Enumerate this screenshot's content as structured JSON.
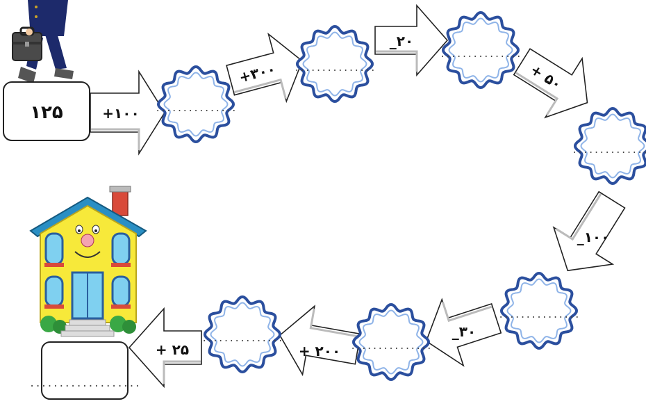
{
  "start": {
    "value": "۱۲۵"
  },
  "end": {
    "value": "..................."
  },
  "steps": [
    {
      "op": "+۱۰۰",
      "answer": "..............."
    },
    {
      "op": "+۳۰۰",
      "answer": "..............."
    },
    {
      "op": "_۲۰",
      "answer": "..............."
    },
    {
      "op": "+ ۵۰",
      "answer": "..............."
    },
    {
      "op": "_۱۰۰",
      "answer": "..............."
    },
    {
      "op": "_۳۰",
      "answer": "..............."
    },
    {
      "op": "+ ۲۰۰",
      "answer": "..............."
    },
    {
      "op": "+ ۲۵",
      "answer": "..............."
    }
  ],
  "colors": {
    "badge_ring": "#2b4f9e",
    "badge_fill": "#ffffff",
    "house_wall": "#f7e93a",
    "roof": "#2a8fc4",
    "suit": "#1d2a6b"
  },
  "icons": {
    "start": "student-with-briefcase",
    "end": "school-house"
  }
}
